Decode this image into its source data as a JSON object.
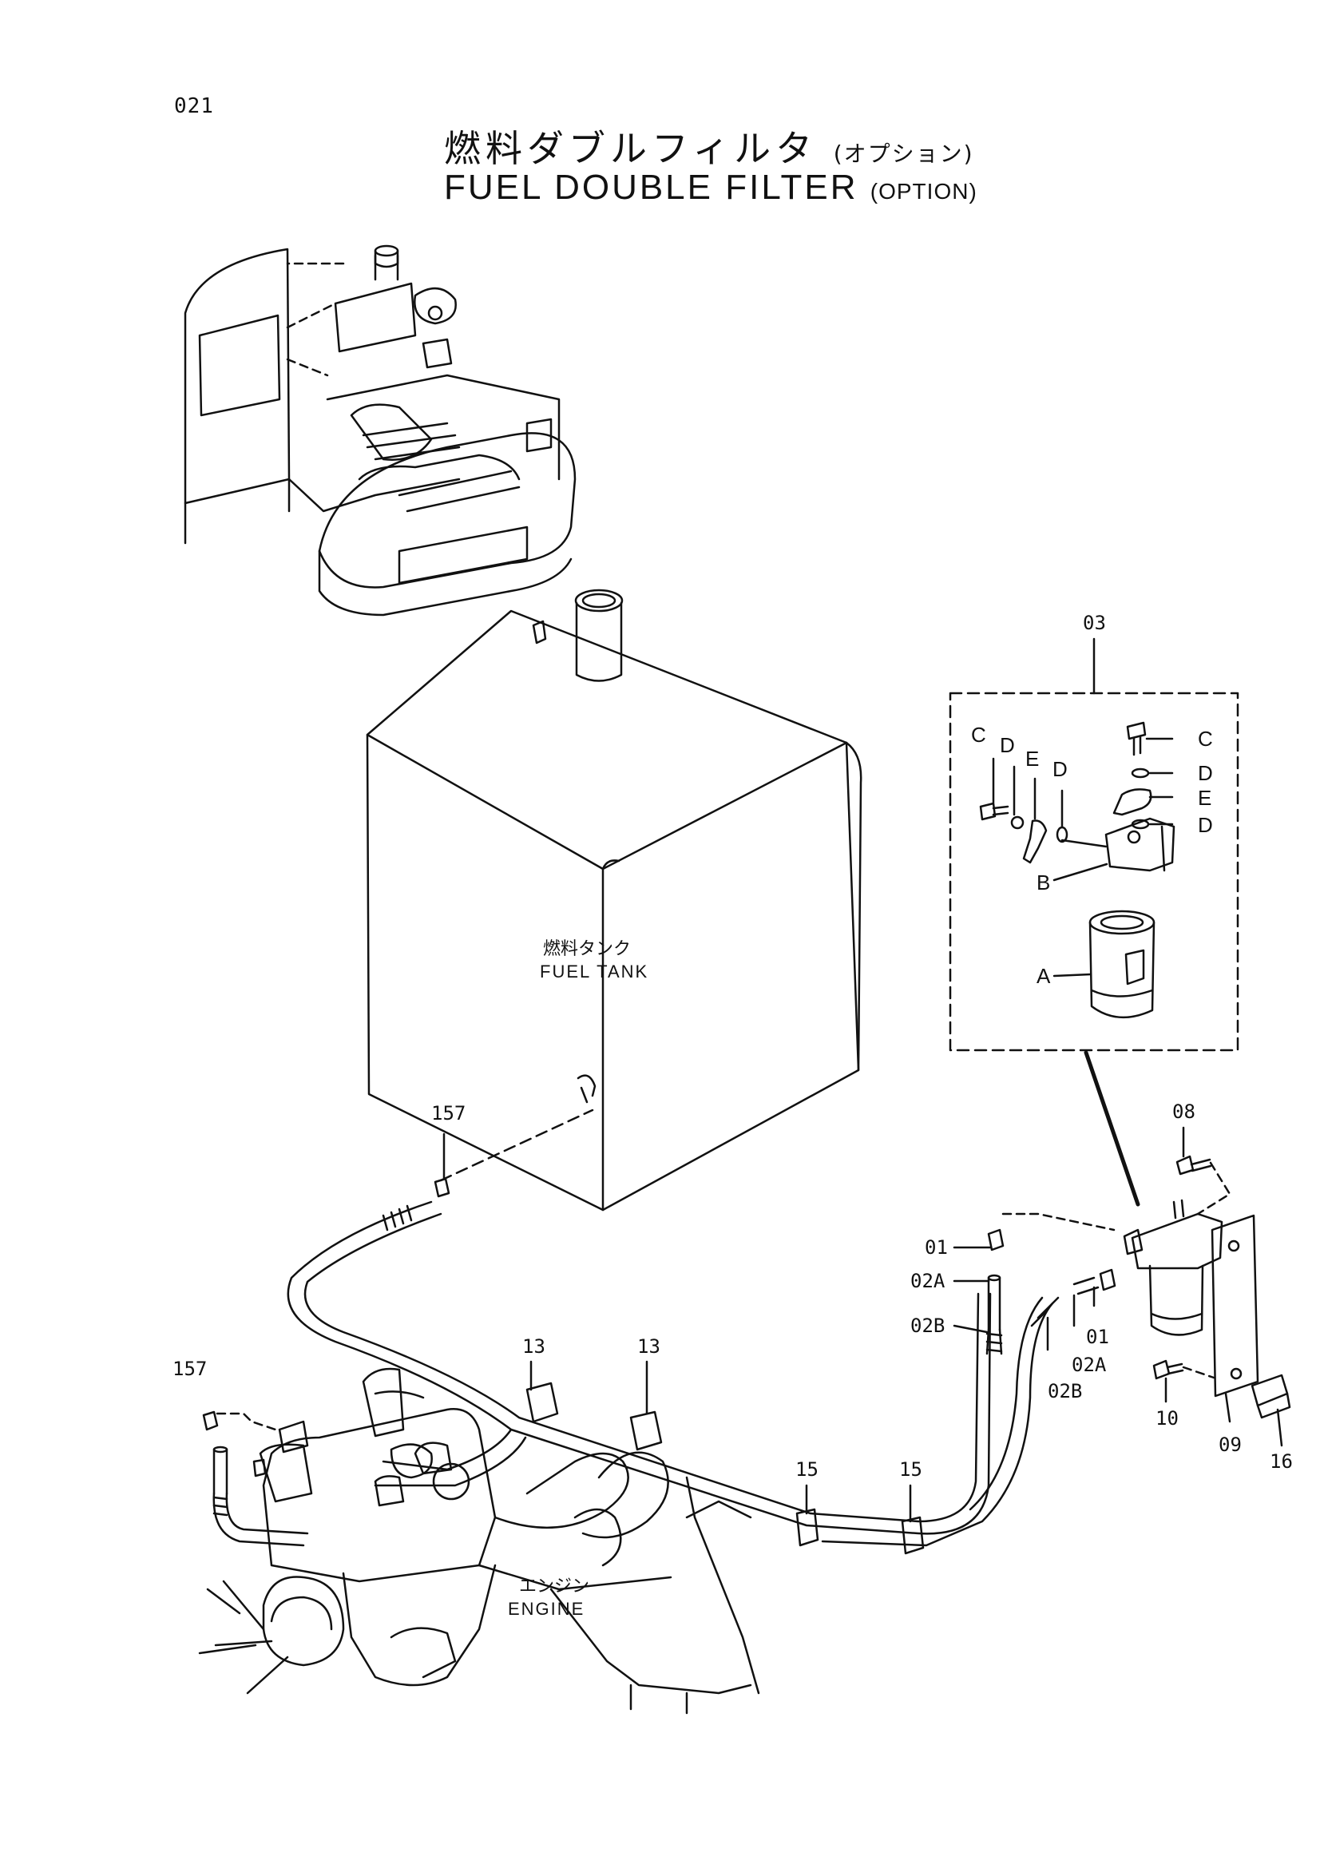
{
  "page": {
    "number": "021"
  },
  "title": {
    "jp": "燃料ダブルフィルタ",
    "jp_suffix": "(オプション)",
    "en": "FUEL DOUBLE FILTER",
    "en_suffix": "(OPTION)"
  },
  "components": {
    "fuel_tank": {
      "jp": "燃料タンク",
      "en": "FUEL TANK"
    },
    "engine": {
      "jp": "エンジン",
      "en": "ENGINE"
    }
  },
  "callouts": {
    "c03": "03",
    "kit_c1": "C",
    "kit_d1": "D",
    "kit_e1": "E",
    "kit_d2": "D",
    "kit_c2": "C",
    "kit_d3": "D",
    "kit_e2": "E",
    "kit_d4": "D",
    "kit_b": "B",
    "kit_a": "A",
    "c08": "08",
    "c01_left": "01",
    "c02a_left": "02A",
    "c02b_left": "02B",
    "c01_right": "01",
    "c02a_right": "02A",
    "c02b_right": "02B",
    "c10": "10",
    "c09": "09",
    "c16": "16",
    "c157_top": "157",
    "c157_left": "157",
    "c13_a": "13",
    "c13_b": "13",
    "c15_a": "15",
    "c15_b": "15"
  }
}
